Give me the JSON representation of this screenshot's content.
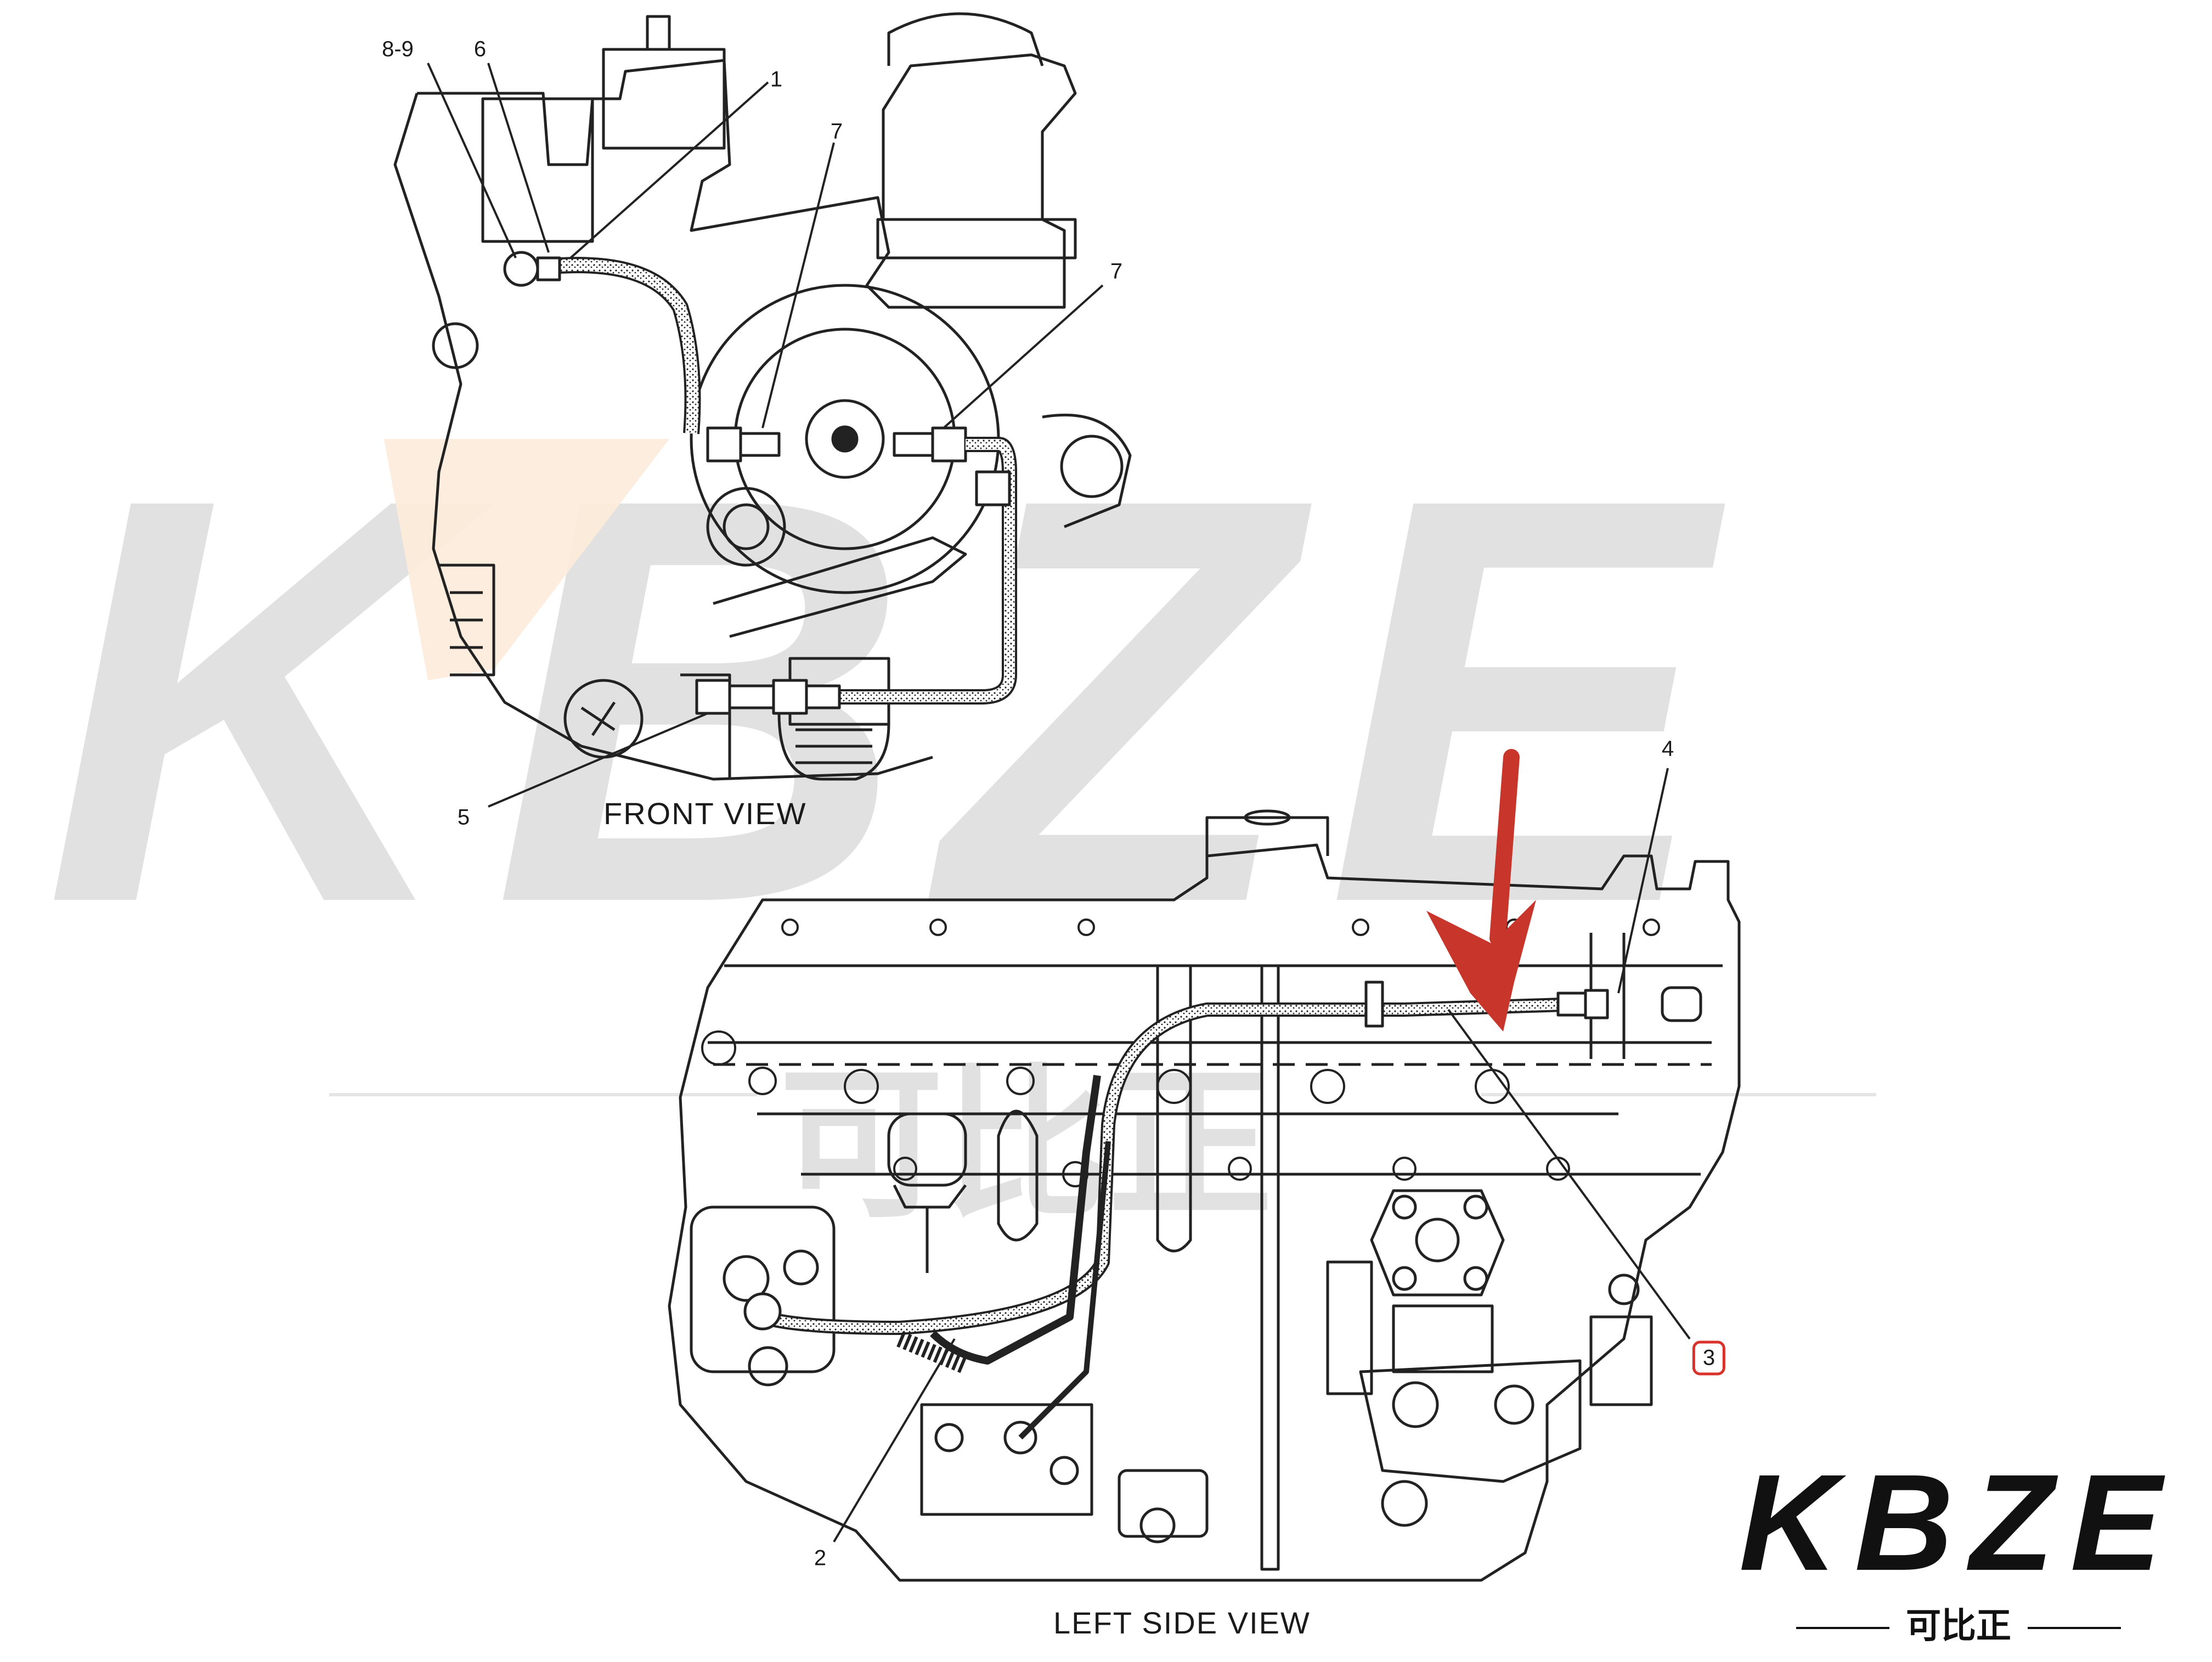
{
  "views": {
    "front_title": "FRONT VIEW",
    "side_title": "LEFT SIDE VIEW"
  },
  "callouts": {
    "front": [
      "8-9",
      "6",
      "1",
      "7",
      "7",
      "5"
    ],
    "side": [
      "4",
      "3",
      "2"
    ]
  },
  "highlight": {
    "part": "3",
    "box_color": "#d8322a",
    "arrow_color": "#c8362b"
  },
  "watermark": {
    "text": "KBZE",
    "sub": "可比正",
    "accent_color": "#f2a65a"
  },
  "logo": {
    "text": "KBZE",
    "sub": "可比正",
    "accent_color": "#e8851c"
  }
}
